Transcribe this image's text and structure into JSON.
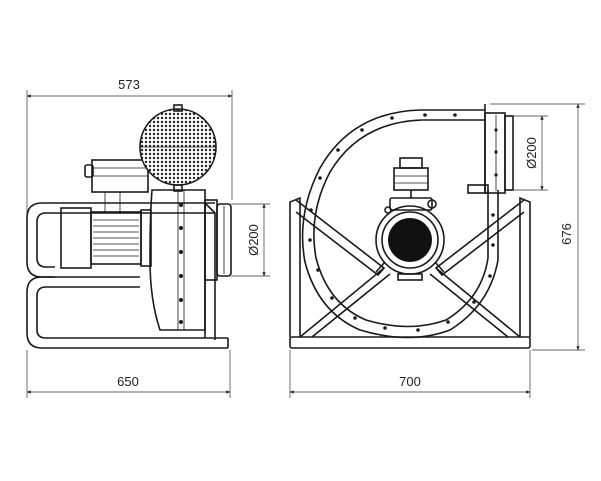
{
  "side_view": {
    "dim_top_width": "573",
    "dim_bottom_width": "650",
    "dim_outlet_diameter": "Ø200"
  },
  "front_view": {
    "dim_width": "700",
    "dim_height": "676",
    "dim_outlet_diameter": "Ø200"
  },
  "colors": {
    "line": "#1a1a1a",
    "background": "#ffffff"
  }
}
